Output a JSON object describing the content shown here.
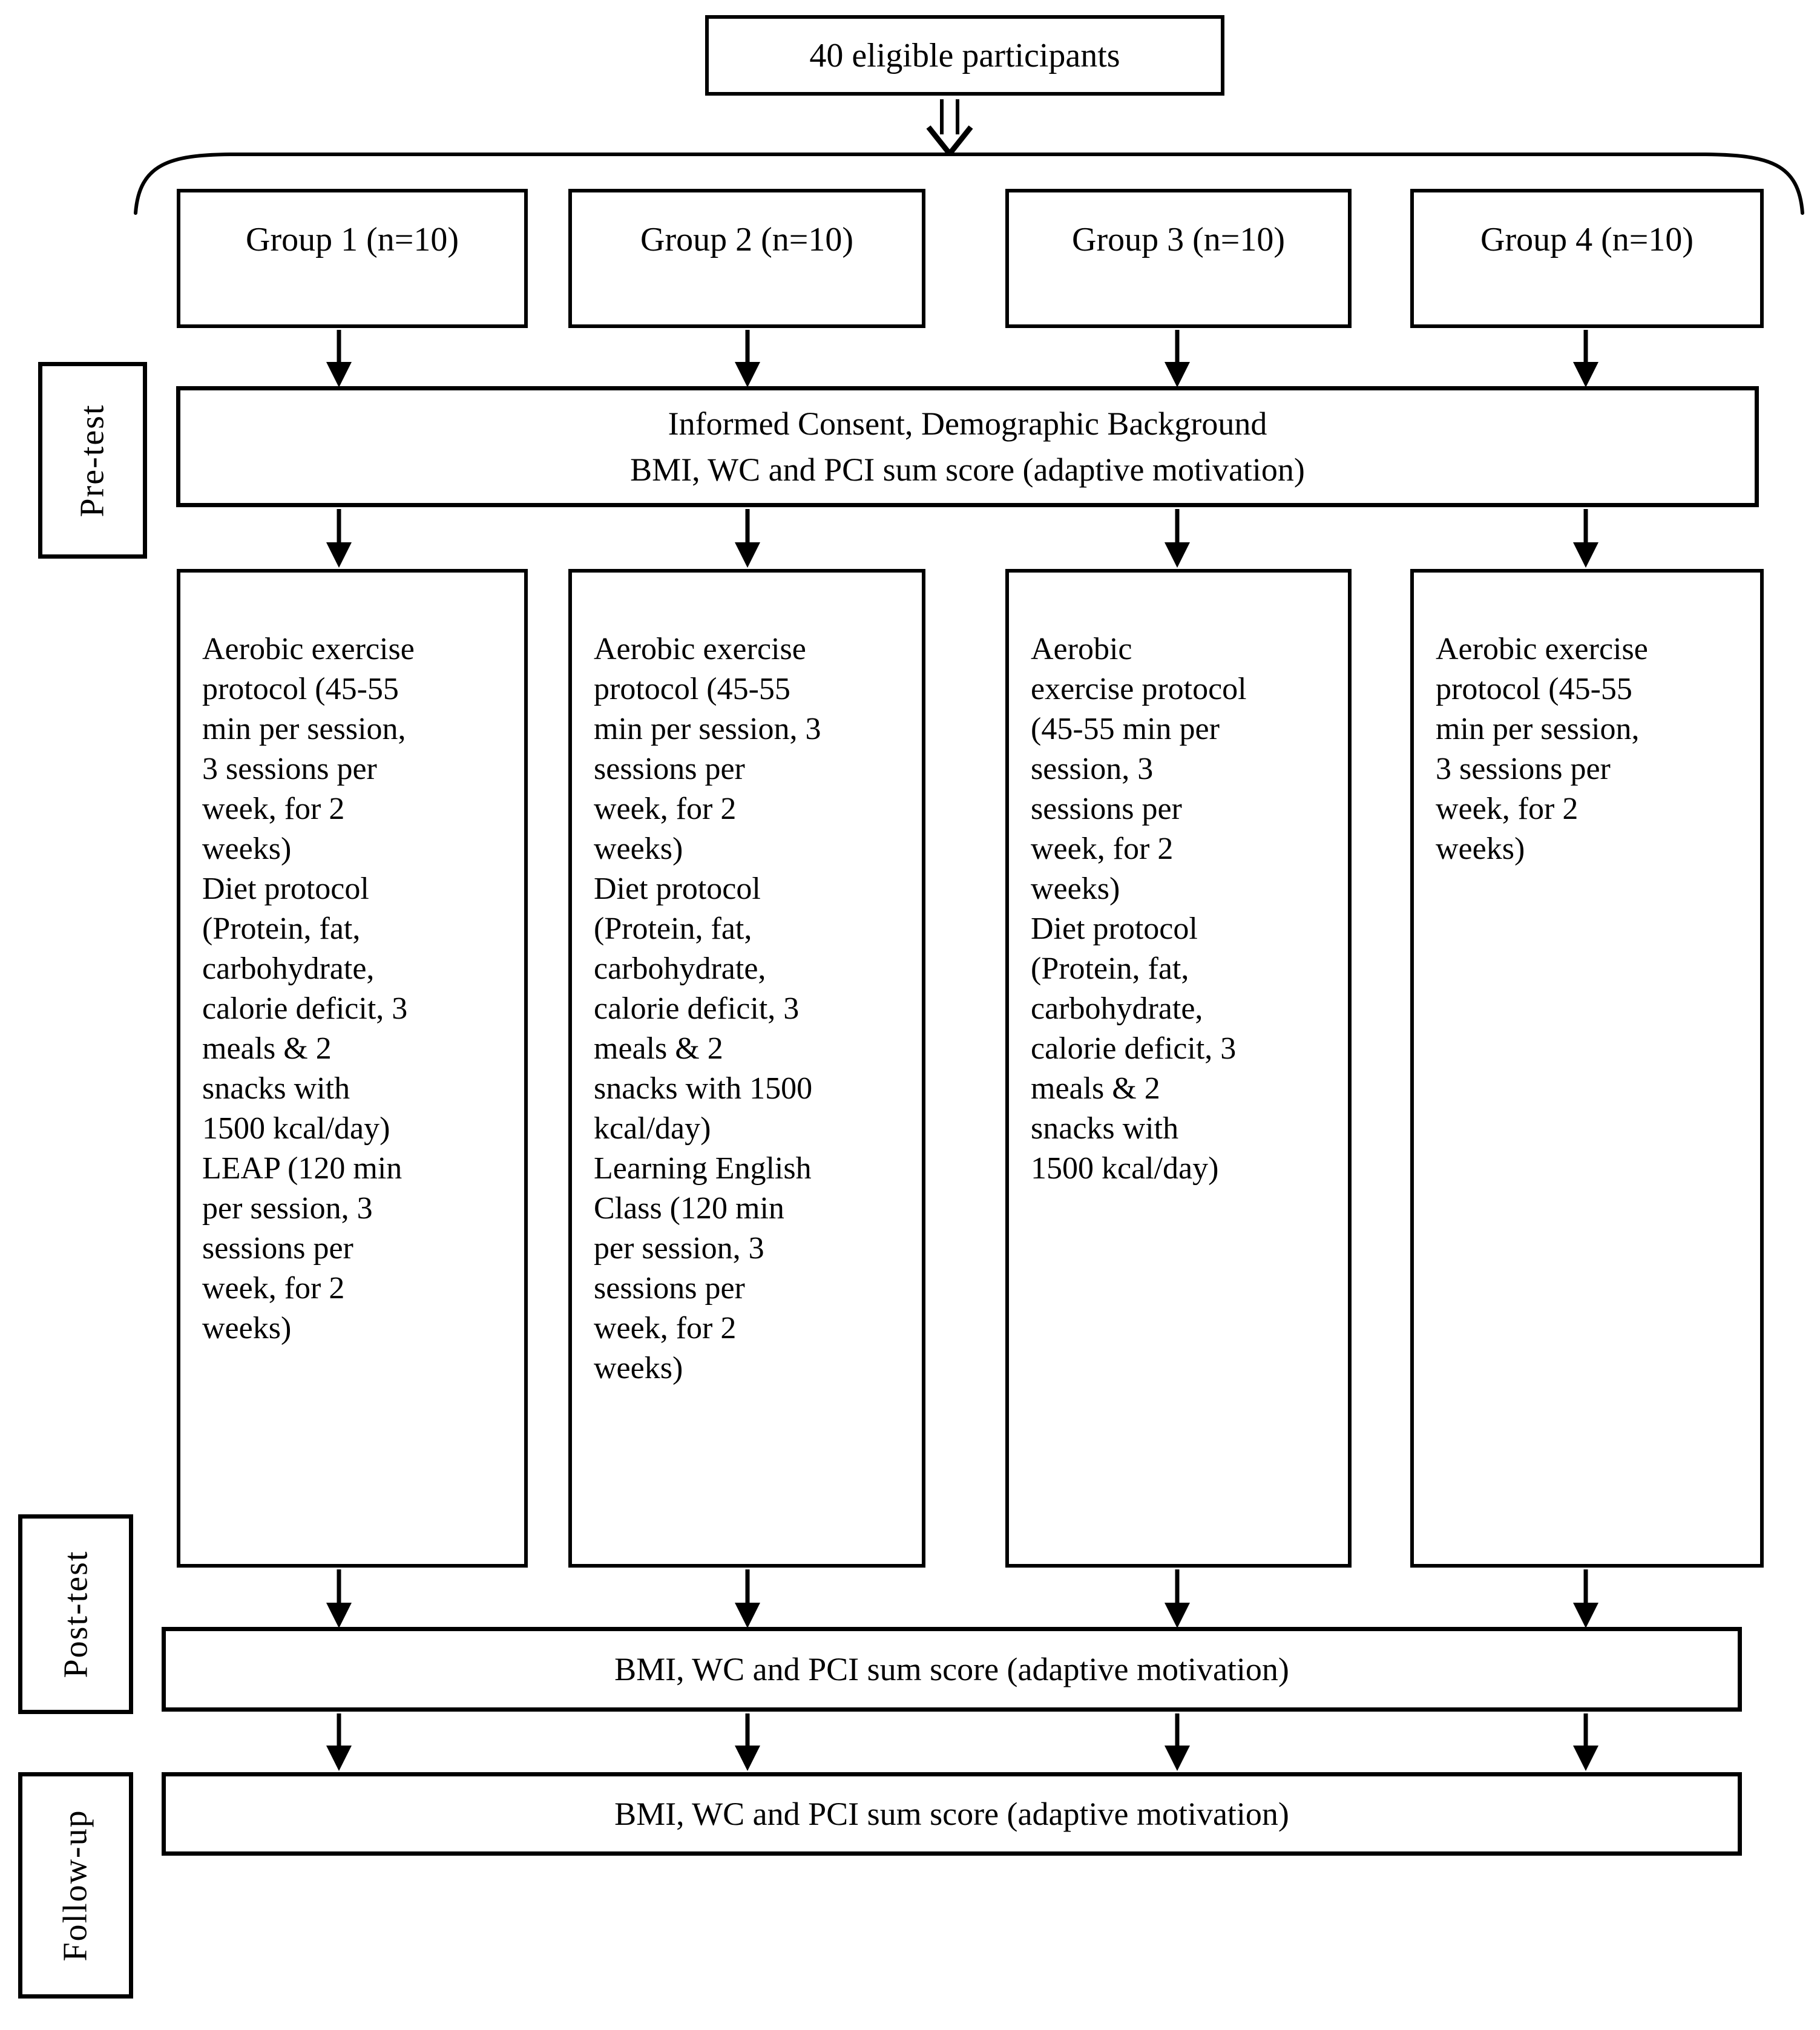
{
  "colors": {
    "ink": "#000000",
    "background": "#ffffff"
  },
  "diagram": {
    "title_box": "40 eligible participants",
    "groups": [
      {
        "label": "Group 1 (n=10)"
      },
      {
        "label": "Group 2 (n=10)"
      },
      {
        "label": "Group 3 (n=10)"
      },
      {
        "label": "Group 4 (n=10)"
      }
    ],
    "stages": {
      "pretest": {
        "label": "Pre-test",
        "box": "Informed Consent, Demographic Background\nBMI, WC and PCI sum score (adaptive motivation)"
      },
      "posttest": {
        "label": "Post-test",
        "box": "BMI, WC and PCI sum score (adaptive motivation)"
      },
      "followup": {
        "label": "Follow-up",
        "box": "BMI, WC and PCI sum score (adaptive motivation)"
      }
    },
    "interventions": [
      {
        "text": "Aerobic exercise\nprotocol (45-55\nmin per session,\n3 sessions per\nweek, for 2\nweeks)\nDiet protocol\n(Protein, fat,\ncarbohydrate,\ncalorie deficit, 3\nmeals & 2\nsnacks with\n1500 kcal/day)\nLEAP (120 min\nper session, 3\nsessions per\nweek, for 2\nweeks)"
      },
      {
        "text": "Aerobic exercise\nprotocol (45-55\nmin per session, 3\nsessions per\nweek, for 2\nweeks)\nDiet protocol\n(Protein, fat,\ncarbohydrate,\ncalorie deficit, 3\nmeals & 2\nsnacks with 1500\nkcal/day)\nLearning English\nClass (120 min\nper session, 3\nsessions per\nweek, for 2\nweeks)"
      },
      {
        "text": "Aerobic\nexercise protocol\n(45-55 min per\nsession, 3\nsessions per\nweek, for 2\nweeks)\nDiet protocol\n(Protein, fat,\ncarbohydrate,\ncalorie deficit, 3\nmeals & 2\nsnacks with\n1500 kcal/day)"
      },
      {
        "text": "Aerobic exercise\nprotocol (45-55\nmin per session,\n3 sessions per\nweek, for 2\nweeks)"
      }
    ]
  }
}
